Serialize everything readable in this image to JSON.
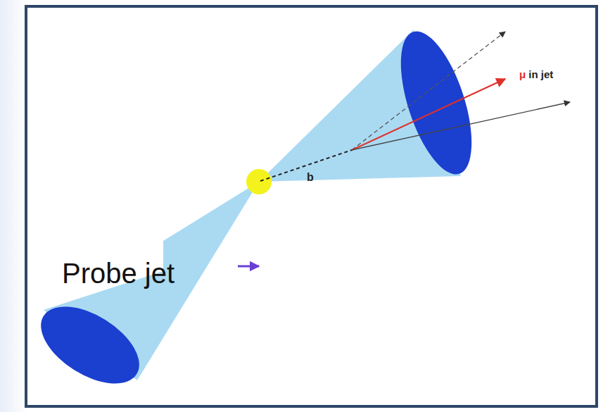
{
  "diagram": {
    "labels": [
      "Probe jet",
      "b",
      "μ in jet"
    ]
  }
}
